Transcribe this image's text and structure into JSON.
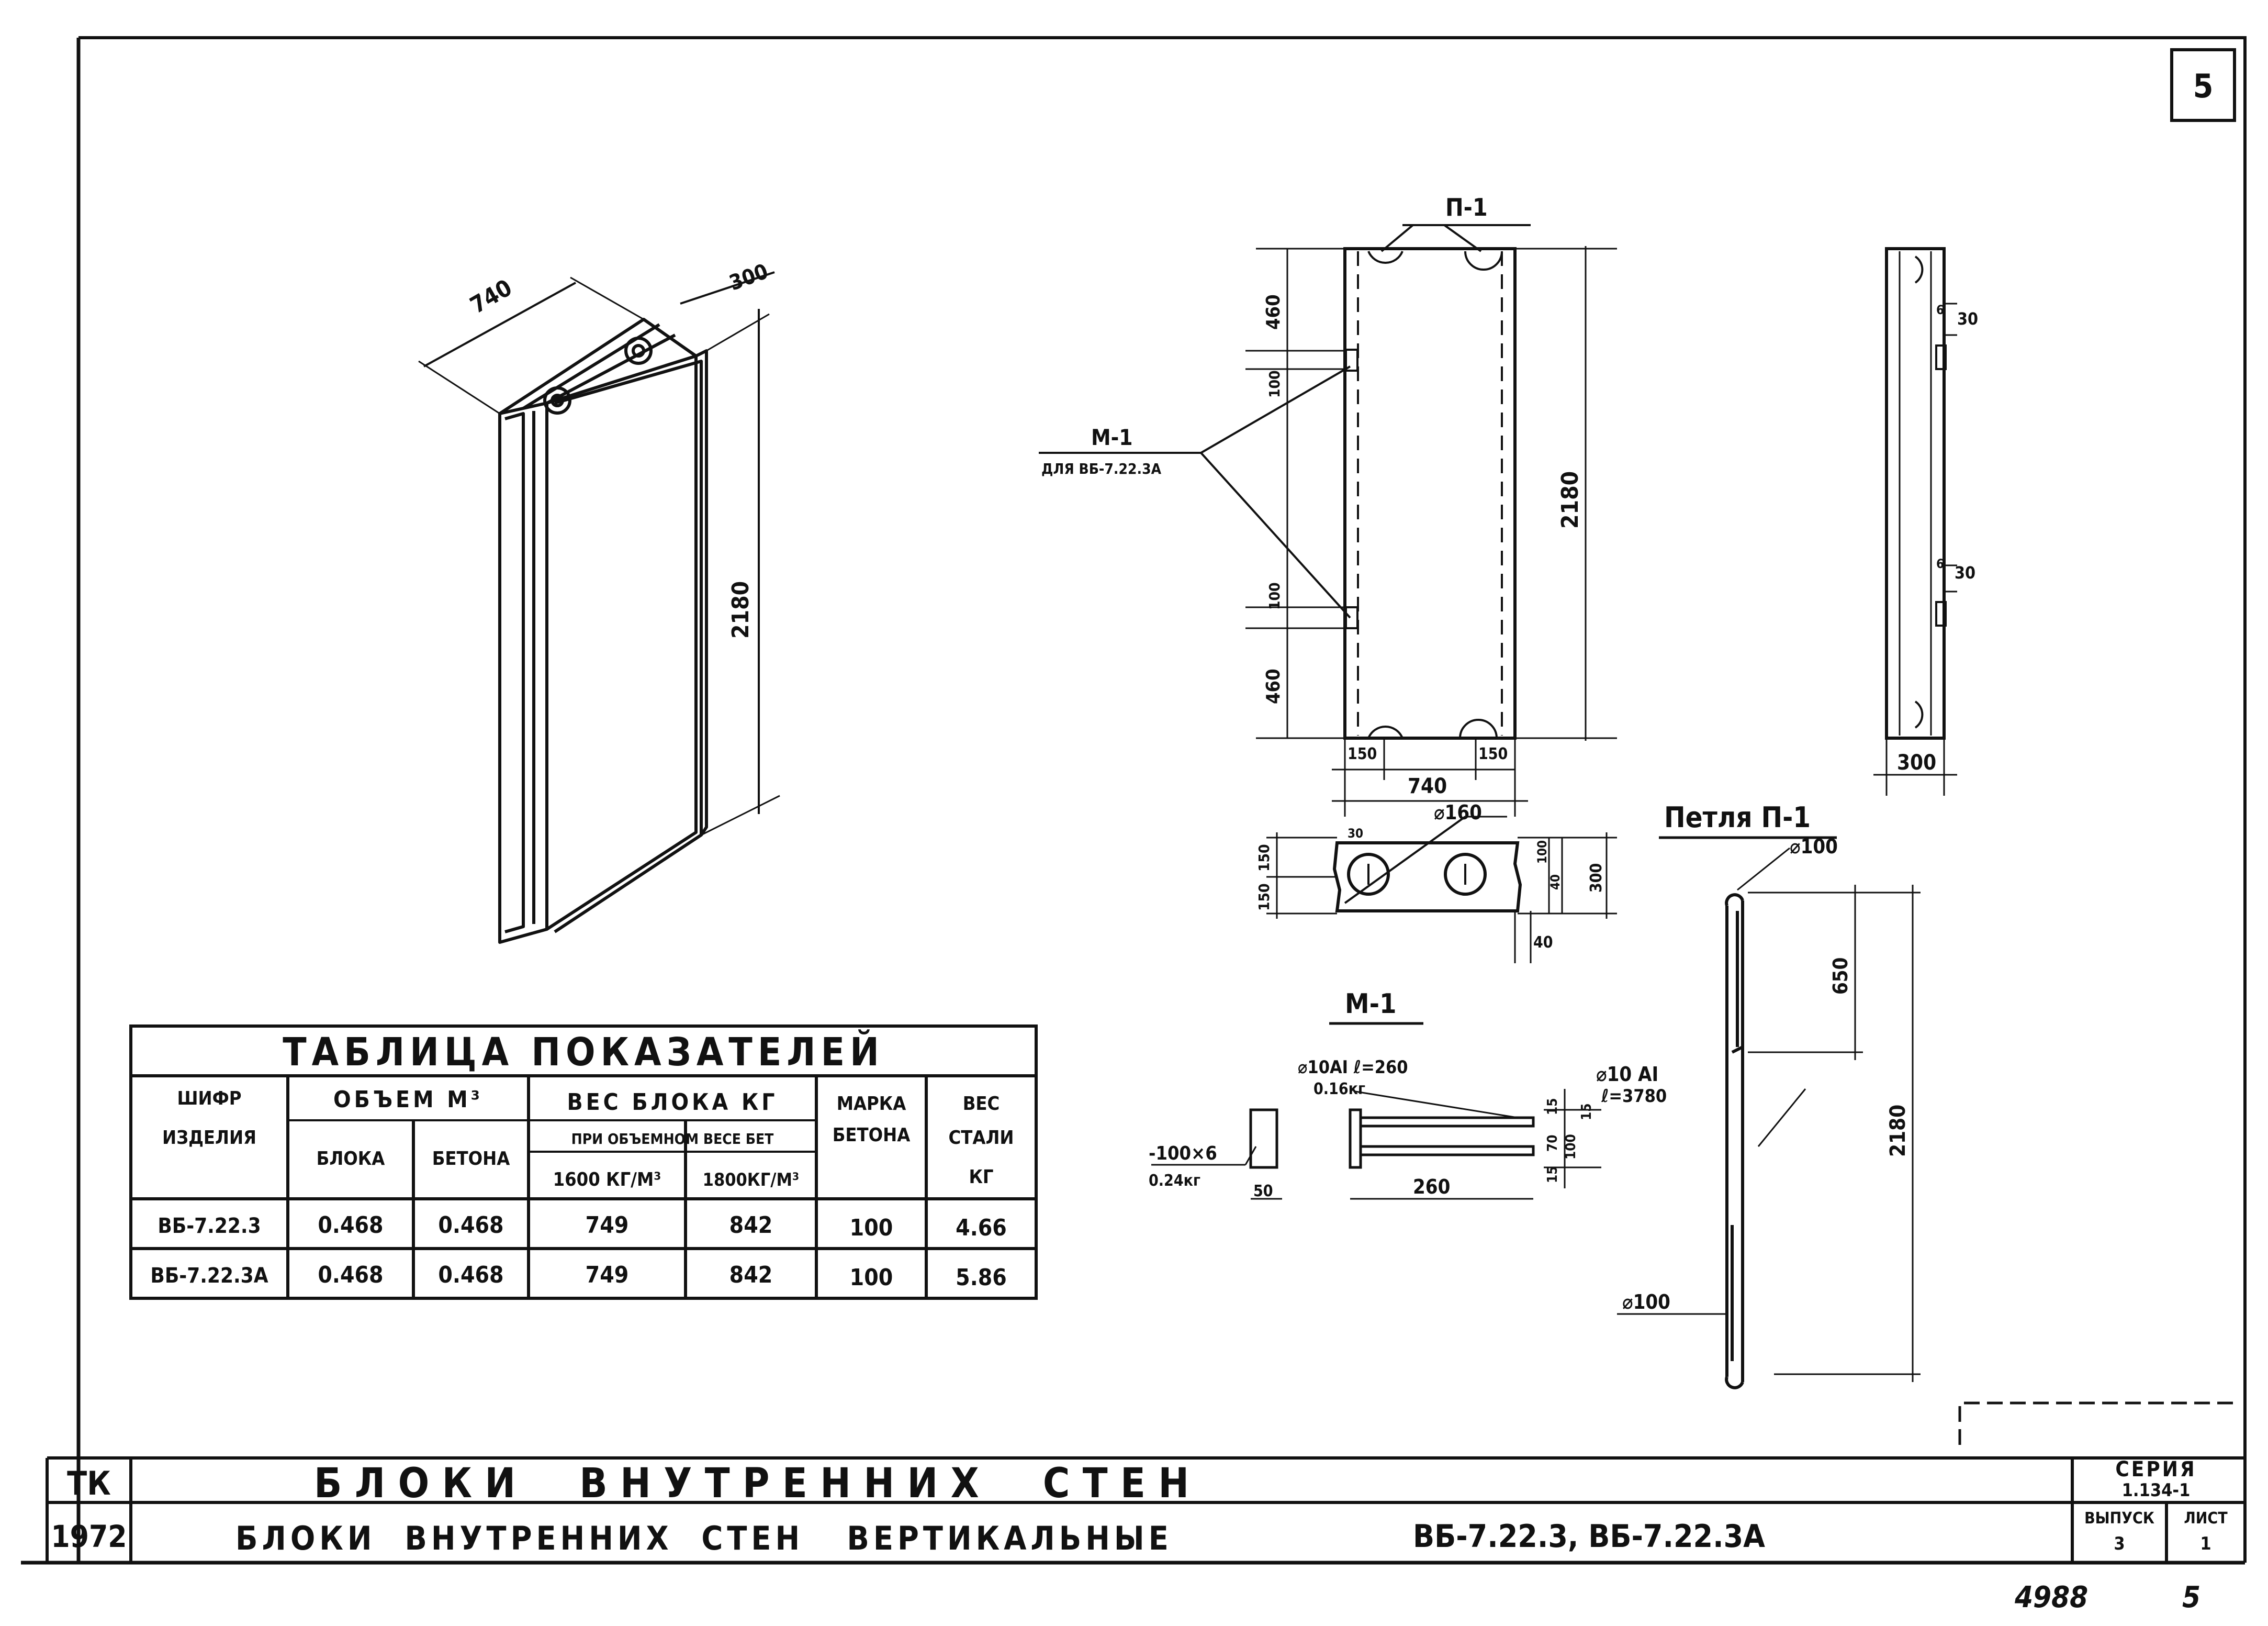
{
  "sheet_number": "5",
  "table": {
    "title": "ТАБЛИЦА ПОКАЗАТЕЛЕЙ",
    "headers": {
      "code": [
        "ШИФР",
        "ИЗДЕЛИЯ"
      ],
      "volume": "ОБЪЕМ М³",
      "volume_block": "БЛОКА",
      "volume_concrete": "БЕТОНА",
      "weight": "ВЕС БЛОКА КГ",
      "weight_sub": "ПРИ ОБЪЕМНОМ ВЕСЕ БЕТ",
      "weight_1600": "1600 КГ/М³",
      "weight_1800": "1800КГ/М³",
      "grade": [
        "МАРКА",
        "БЕТОНА"
      ],
      "steel": [
        "ВЕС",
        "СТАЛИ",
        "КГ"
      ]
    },
    "rows": [
      {
        "code": "ВБ-7.22.3",
        "vol_block": "0.468",
        "vol_concrete": "0.468",
        "w1600": "749",
        "w1800": "842",
        "grade": "100",
        "steel": "4.66"
      },
      {
        "code": "ВБ-7.22.3А",
        "vol_block": "0.468",
        "vol_concrete": "0.468",
        "w1600": "749",
        "w1800": "842",
        "grade": "100",
        "steel": "5.86"
      }
    ]
  },
  "iso": {
    "width": "740",
    "depth": "300",
    "height": "2180"
  },
  "front": {
    "label_p1": "П-1",
    "label_m1": "М-1",
    "label_m1_note": "ДЛЯ ВБ-7.22.3А",
    "dim_460_top": "460",
    "dim_100_top": "100",
    "dim_100_bot": "100",
    "dim_460_bot": "460",
    "dim_height": "2180",
    "dim_150_left": "150",
    "dim_150_right": "150",
    "dim_width": "740"
  },
  "side": {
    "dim_6_top": "6",
    "dim_30_top": "30",
    "dim_6_bot": "6",
    "dim_30_bot": "30",
    "dim_width": "300"
  },
  "plan": {
    "dia": "⌀160",
    "dim_30": "30",
    "dim_150_a": "150",
    "dim_150_b": "150",
    "dim_100": "100",
    "dim_40": "40",
    "dim_300": "300",
    "dim_40_bottom": "40"
  },
  "loop": {
    "title": "Петля П-1",
    "dia_top": "⌀100",
    "dim_650": "650",
    "rod": "⌀10 АI",
    "rod_len": "ℓ=3780",
    "dim_2180": "2180",
    "dia_bottom": "⌀100"
  },
  "embed": {
    "title": "М-1",
    "rod": "⌀10АI ℓ=260",
    "rod_w": "0.16кг",
    "plate": "-100×6",
    "plate_w": "0.24кг",
    "dim_50": "50",
    "dim_260": "260",
    "dim_15a": "15",
    "dim_70": "70",
    "dim_15b": "15",
    "dim_100": "100",
    "dim_15c": "15"
  },
  "title_block": {
    "tk": "ТК",
    "year": "1972",
    "main_title": "Б Л О К И     В Н У Т Р Е Н Н И Х     С Т Е Н",
    "subtitle": "БЛОКИ  ВНУТРЕННИХ  СТЕН   ВЕРТИКАЛЬНЫЕ",
    "marks": "ВБ-7.22.3, ВБ-7.22.3А",
    "series_label": "СЕРИЯ",
    "series": "1.134-1",
    "issue_label": "ВЫПУСК",
    "issue": "3",
    "sheet_label": "ЛИСТ",
    "sheet": "1"
  },
  "footer": {
    "inventory": "4988",
    "page": "5"
  }
}
